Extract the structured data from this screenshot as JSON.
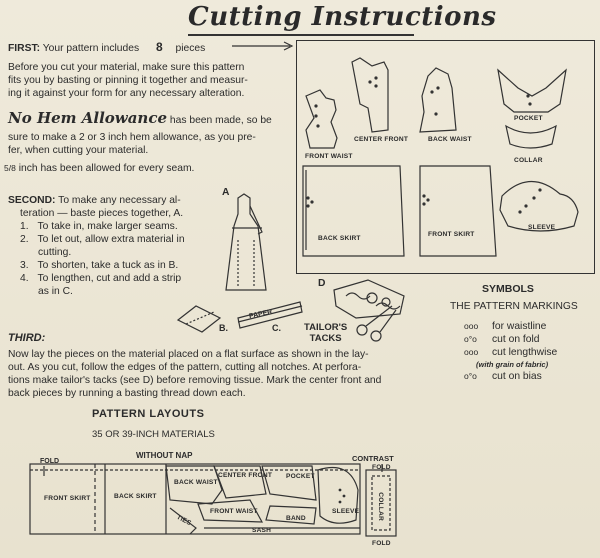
{
  "title": "Cutting Instructions",
  "first": {
    "heading": "FIRST:",
    "intro": "Your pattern includes",
    "count": "8",
    "pieces_word": "pieces",
    "lines": [
      "Before you cut your material, make sure this pattern",
      "fits you by basting or pinning it together and measur-",
      "ing it against your form for any necessary alteration."
    ]
  },
  "no_hem": {
    "heading": "No Hem Allowance",
    "lines": [
      "has been made, so be",
      "sure to make a 2 or 3 inch hem allowance, as you pre-",
      "fer, when cutting your material."
    ],
    "seam_fraction": "5/8",
    "seam_text": "inch has been allowed for every seam."
  },
  "second": {
    "heading": "SECOND:",
    "line1": "To make any necessary al-",
    "line2": "teration — baste pieces together, A.",
    "steps": [
      {
        "num": "1.",
        "lines": [
          "To take in, make larger seams."
        ]
      },
      {
        "num": "2.",
        "lines": [
          "To let out, allow extra material in",
          "cutting."
        ]
      },
      {
        "num": "3.",
        "lines": [
          "To shorten, take a tuck as in B."
        ]
      },
      {
        "num": "4.",
        "lines": [
          "To lengthen, cut and add a strip",
          "as in C."
        ]
      }
    ],
    "fig_labels": {
      "a": "A",
      "b": "B.",
      "c": "C.",
      "paper": "PAPER",
      "d": "D"
    },
    "tailors_tacks": [
      "TAILOR'S",
      "TACKS"
    ]
  },
  "third": {
    "heading": "THIRD:",
    "lines": [
      "Now lay the pieces on the material placed on a flat surface as shown in the lay-",
      "out. As you cut, follow the edges of the pattern, cutting all notches. At perfora-",
      "tions make tailor's tacks (see D) before removing tissue. Mark the center front and",
      "back pieces by running a basting thread down each."
    ]
  },
  "pieces": {
    "front_waist": "FRONT WAIST",
    "center_front": "CENTER FRONT",
    "back_waist": "BACK WAIST",
    "pocket": "POCKET",
    "collar": "COLLAR",
    "back_skirt": "BACK SKIRT",
    "front_skirt": "FRONT SKIRT",
    "sleeve": "SLEEVE"
  },
  "symbols": {
    "heading": "SYMBOLS",
    "subheading": "THE PATTERN MARKINGS",
    "items": [
      {
        "mark": "ooo",
        "text": "for waistline"
      },
      {
        "mark": "o°o",
        "text": "cut on fold"
      },
      {
        "mark": "ooo",
        "text": "cut lengthwise"
      },
      {
        "mark": "",
        "text": "(with grain of fabric)"
      },
      {
        "mark": "o°o",
        "text": "cut on bias"
      }
    ]
  },
  "layouts": {
    "heading": "PATTERN LAYOUTS",
    "materials": "35 OR 39-INCH MATERIALS",
    "without_nap": "WITHOUT NAP",
    "fold": "FOLD",
    "contrast": "CONTRAST",
    "labels": {
      "front_skirt": "FRONT SKIRT",
      "back_skirt": "BACK SKIRT",
      "back_waist": "BACK WAIST",
      "center_front": "CENTER FRONT",
      "pocket": "POCKET",
      "front_waist": "FRONT WAIST",
      "sleeve": "SLEEVE",
      "band": "BAND",
      "sash": "SASH",
      "ties": "TIES",
      "collar": "COLLAR",
      "fold_top": "FOLD",
      "fold_bottom": "FOLD"
    }
  }
}
